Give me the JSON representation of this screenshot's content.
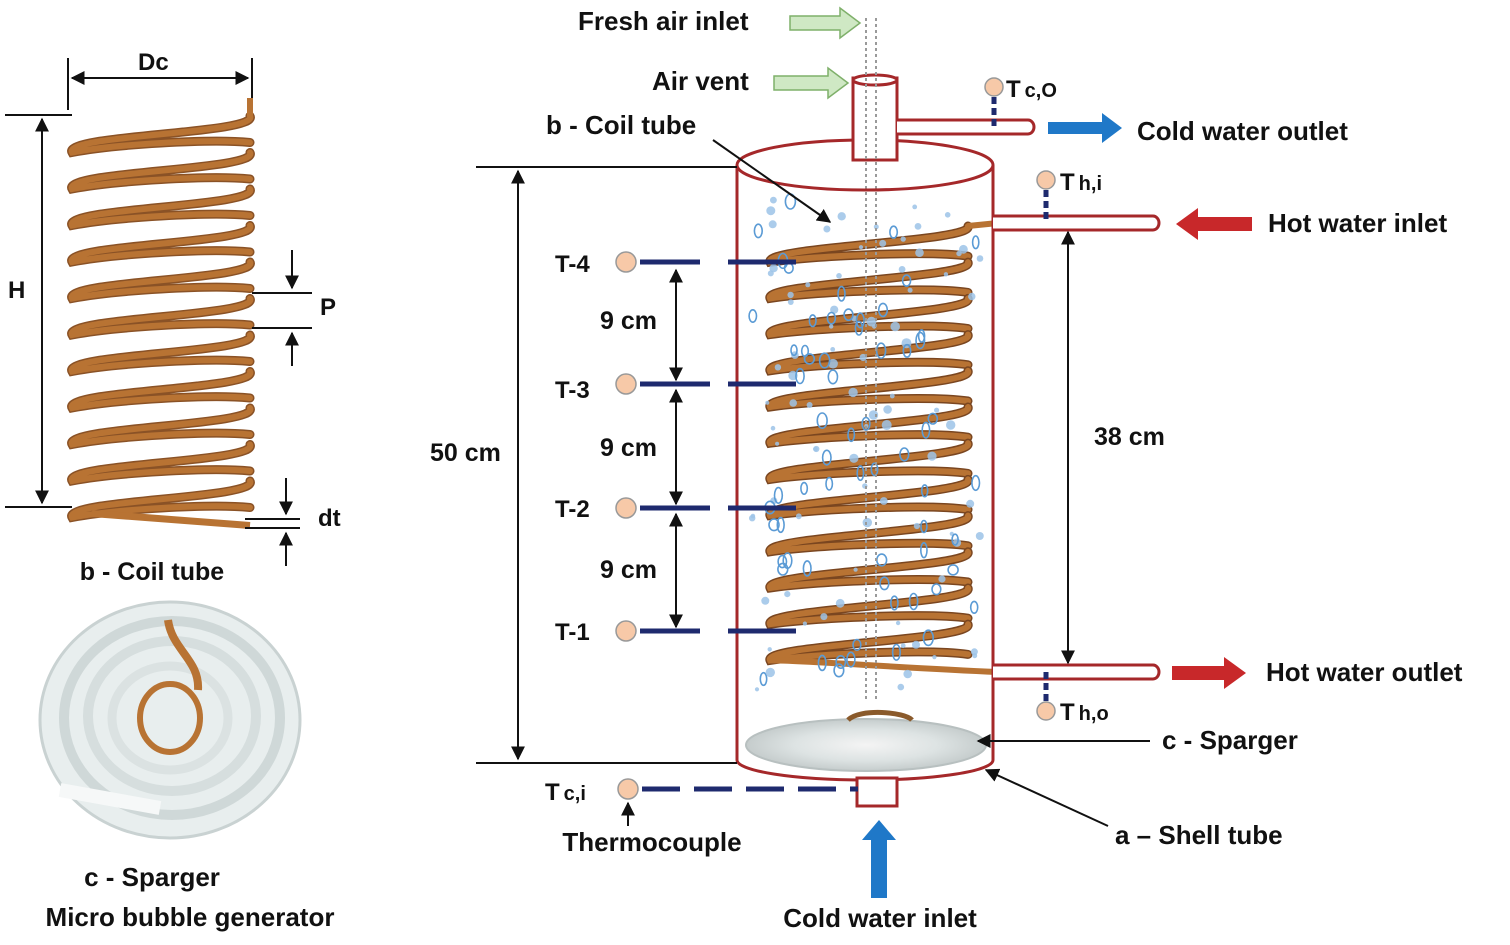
{
  "left_coil": {
    "dim_dc": "Dc",
    "dim_h": "H",
    "dim_p": "P",
    "dim_dt": "dt",
    "caption": "b - Coil tube"
  },
  "sparger_photo": {
    "caption_line1": "c - Sparger",
    "caption_line2": "Micro bubble generator"
  },
  "main": {
    "fresh_air_inlet": "Fresh air inlet",
    "air_vent": "Air vent",
    "coil_tube": "b - Coil tube",
    "cold_water_outlet": "Cold water outlet",
    "hot_water_inlet": "Hot water inlet",
    "hot_water_outlet": "Hot water outlet",
    "sparger": "c - Sparger",
    "shell_tube": "a – Shell tube",
    "cold_water_inlet": "Cold water inlet",
    "thermocouple": "Thermocouple",
    "height_total": "50 cm",
    "height_coil": "38 cm",
    "spacing_1": "9 cm",
    "spacing_2": "9 cm",
    "spacing_3": "9 cm",
    "sensor_t4": "T-4",
    "sensor_t3": "T-3",
    "sensor_t2": "T-2",
    "sensor_t1": "T-1",
    "tco_main": "T",
    "tco_sub": "c,O",
    "thi_main": "T",
    "thi_sub": "h,i",
    "tho_main": "T",
    "tho_sub": "h,o",
    "tci_main": "T",
    "tci_sub": "c,i"
  },
  "colors": {
    "copper": "#b87333",
    "shell": "#a5282a",
    "hot_arrow": "#c8282a",
    "cold_arrow": "#1f78c8",
    "air_arrow": "#cfe8c4",
    "probe": "#1e2a6e",
    "bubble": "#5b9bd5"
  }
}
